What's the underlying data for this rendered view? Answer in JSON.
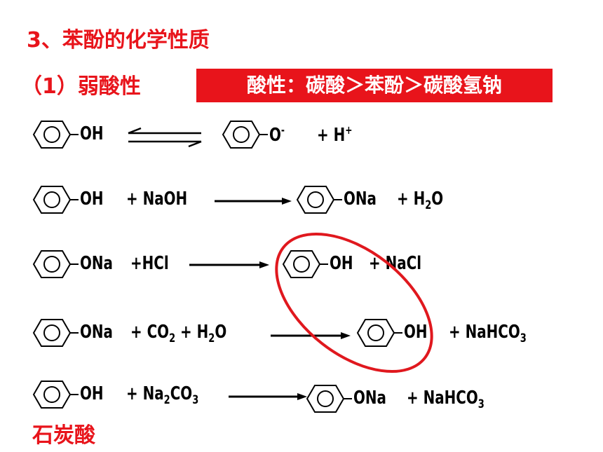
{
  "title": "3、苯酚的化学性质",
  "subtitle": "（1）弱酸性",
  "banner": "酸性：碳酸＞苯酚＞碳酸氢钠",
  "note": "石炭酸",
  "colors": {
    "accent": "#e8141b",
    "text": "#000000",
    "circle": "#e0181e"
  },
  "reactions": [
    {
      "r1_sub": "OH",
      "r2": "",
      "p1_sub": "O",
      "p1_charge": "-",
      "p2_pre": "+ H",
      "p2_charge": "+"
    },
    {
      "r1_sub": "OH",
      "r2_pre": "+ NaOH",
      "p1_sub": "ONa",
      "p2_pre": "+ H",
      "p2_sub": "2",
      "p2_post": "O"
    },
    {
      "r1_sub": "ONa",
      "r2_pre": "+HCl",
      "p1_sub": "OH",
      "p2_pre": "+ NaCl"
    },
    {
      "r1_sub": "ONa",
      "r2_pre": "+ CO",
      "r2_sub": "2",
      "r2_mid": " + H",
      "r2_sub2": "2",
      "r2_post": "O",
      "p1_sub": "OH",
      "p2_pre": "+ NaHCO",
      "p2_sub": "3"
    },
    {
      "r1_sub": "OH",
      "r2_pre": "+ Na",
      "r2_sub": "2",
      "r2_mid": "CO",
      "r2_sub2": "3",
      "p1_sub": "ONa",
      "p2_pre": "+ NaHCO",
      "p2_sub": "3"
    }
  ]
}
